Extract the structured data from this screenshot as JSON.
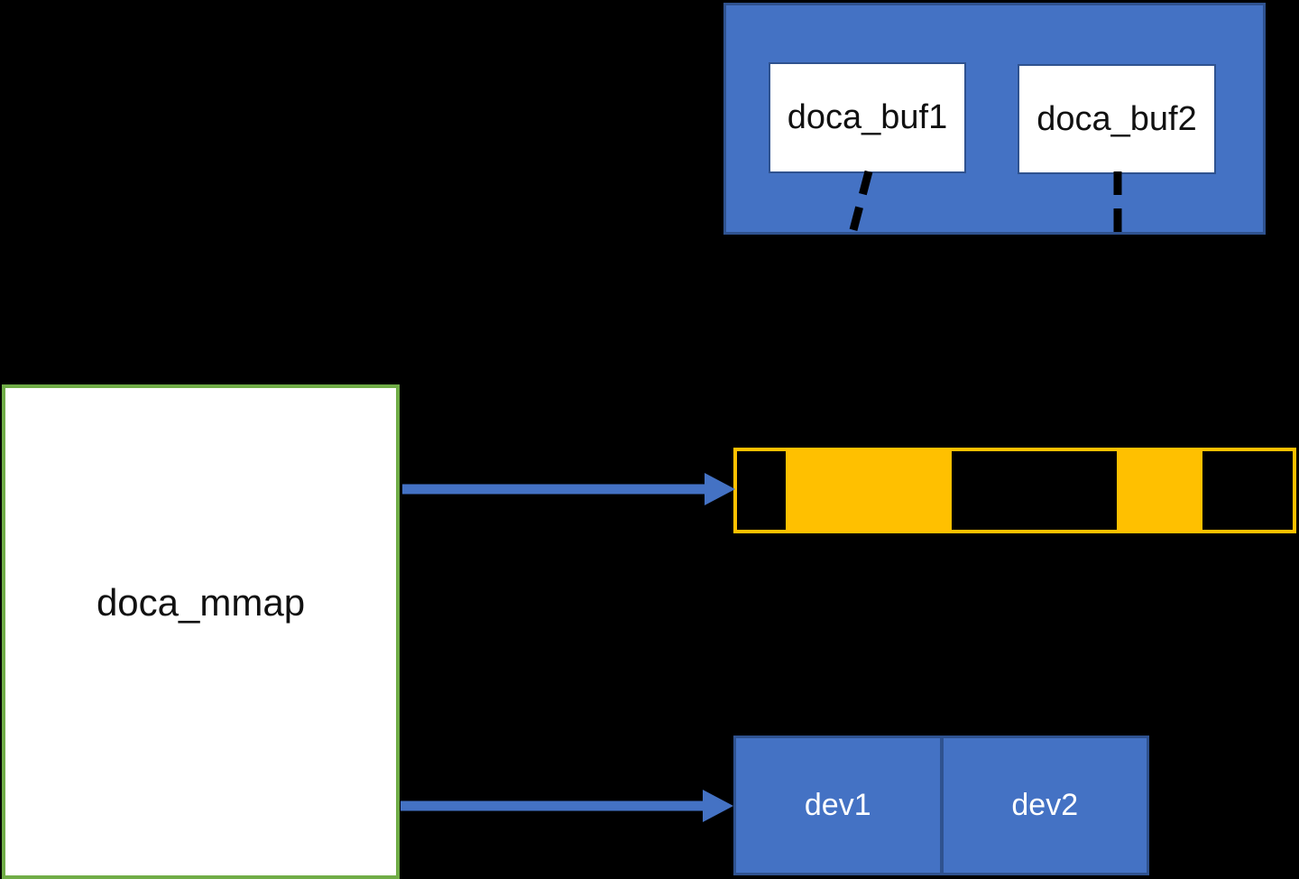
{
  "diagram": {
    "buffers_container": {
      "buf1_label": "doca_buf1",
      "buf2_label": "doca_buf2"
    },
    "mmap_label": "doca_mmap",
    "devices": {
      "dev1_label": "dev1",
      "dev2_label": "dev2"
    },
    "memory_bar": {
      "segments": [
        {
          "style": "left:54px;width:184px"
        },
        {
          "style": "left:421px;width:95px"
        }
      ]
    },
    "colors": {
      "container_blue": "#4472C4",
      "border_dark_blue": "#2F528F",
      "memory_orange": "#FFC000",
      "mmap_border_green": "#70AD47",
      "background": "#000000",
      "text_dark": "#111111",
      "text_light": "#FFFFFF"
    }
  }
}
